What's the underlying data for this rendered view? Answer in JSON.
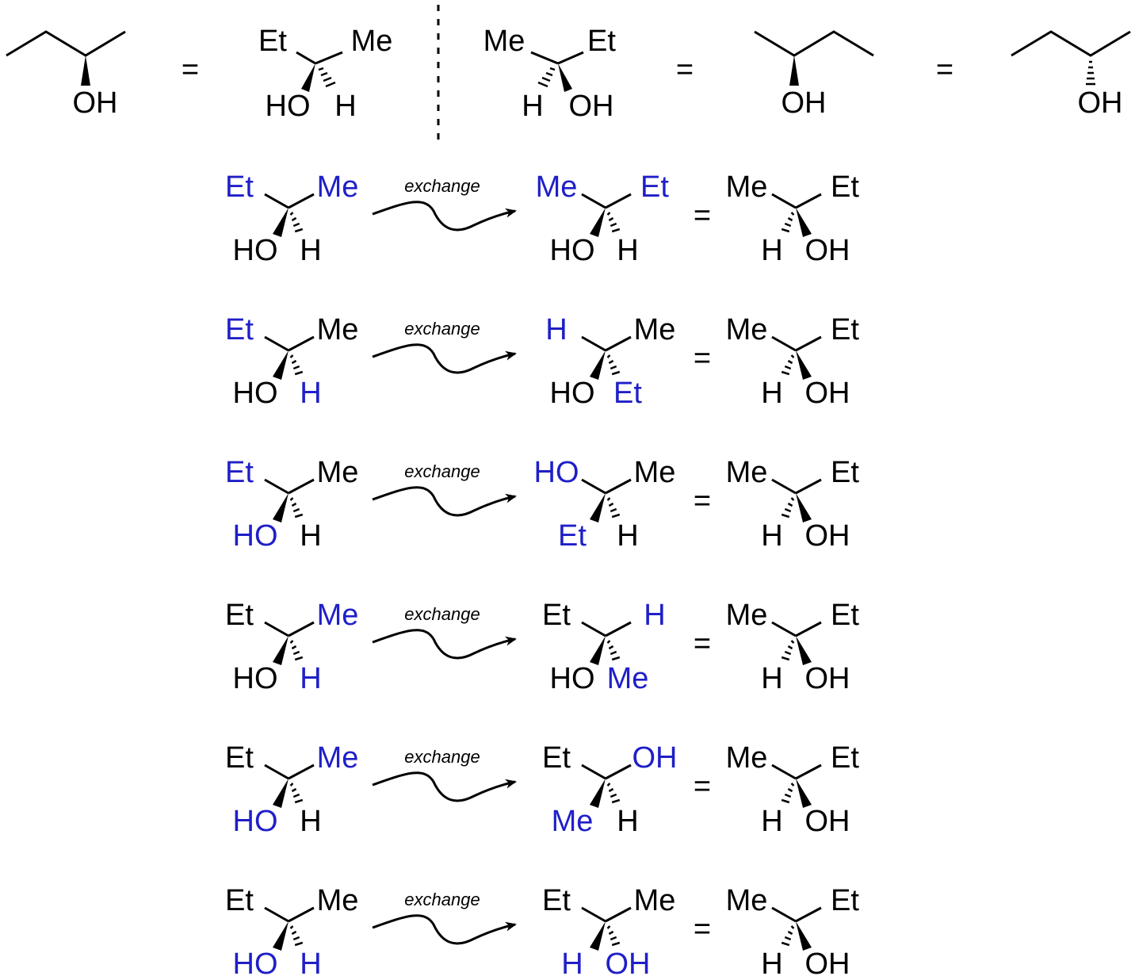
{
  "colors": {
    "default": "#000000",
    "highlight": "#1f1fc8"
  },
  "top_row": {
    "equals_sign": "=",
    "oh_label": "OH",
    "left_fischer": {
      "top_left": "Et",
      "top_right": "Me",
      "bottom_left": "HO",
      "bottom_right": "H"
    },
    "right_fischer": {
      "top_left": "Me",
      "top_right": "Et",
      "bottom_left": "H",
      "bottom_right": "OH"
    }
  },
  "arrow_label": "exchange",
  "equals_sign": "=",
  "reference": {
    "top_left": "Me",
    "top_right": "Et",
    "bottom_left": "H",
    "bottom_right": "OH"
  },
  "exchange_rows": [
    {
      "start": {
        "top_left": "Et",
        "top_right": "Me",
        "bottom_left": "HO",
        "bottom_right": "H",
        "blue": [
          "top_left",
          "top_right"
        ]
      },
      "end": {
        "top_left": "Me",
        "top_right": "Et",
        "bottom_left": "HO",
        "bottom_right": "H",
        "blue": [
          "top_left",
          "top_right"
        ]
      }
    },
    {
      "start": {
        "top_left": "Et",
        "top_right": "Me",
        "bottom_left": "HO",
        "bottom_right": "H",
        "blue": [
          "top_left",
          "bottom_right"
        ]
      },
      "end": {
        "top_left": "H",
        "top_right": "Me",
        "bottom_left": "HO",
        "bottom_right": "Et",
        "blue": [
          "top_left",
          "bottom_right"
        ]
      }
    },
    {
      "start": {
        "top_left": "Et",
        "top_right": "Me",
        "bottom_left": "HO",
        "bottom_right": "H",
        "blue": [
          "top_left",
          "bottom_left"
        ]
      },
      "end": {
        "top_left": "HO",
        "top_right": "Me",
        "bottom_left": "Et",
        "bottom_right": "H",
        "blue": [
          "top_left",
          "bottom_left"
        ]
      }
    },
    {
      "start": {
        "top_left": "Et",
        "top_right": "Me",
        "bottom_left": "HO",
        "bottom_right": "H",
        "blue": [
          "top_right",
          "bottom_right"
        ]
      },
      "end": {
        "top_left": "Et",
        "top_right": "H",
        "bottom_left": "HO",
        "bottom_right": "Me",
        "blue": [
          "top_right",
          "bottom_right"
        ]
      }
    },
    {
      "start": {
        "top_left": "Et",
        "top_right": "Me",
        "bottom_left": "HO",
        "bottom_right": "H",
        "blue": [
          "top_right",
          "bottom_left"
        ]
      },
      "end": {
        "top_left": "Et",
        "top_right": "OH",
        "bottom_left": "Me",
        "bottom_right": "H",
        "blue": [
          "top_right",
          "bottom_left"
        ]
      }
    },
    {
      "start": {
        "top_left": "Et",
        "top_right": "Me",
        "bottom_left": "HO",
        "bottom_right": "H",
        "blue": [
          "bottom_left",
          "bottom_right"
        ]
      },
      "end": {
        "top_left": "Et",
        "top_right": "Me",
        "bottom_left": "H",
        "bottom_right": "OH",
        "blue": [
          "bottom_left",
          "bottom_right"
        ]
      }
    }
  ]
}
